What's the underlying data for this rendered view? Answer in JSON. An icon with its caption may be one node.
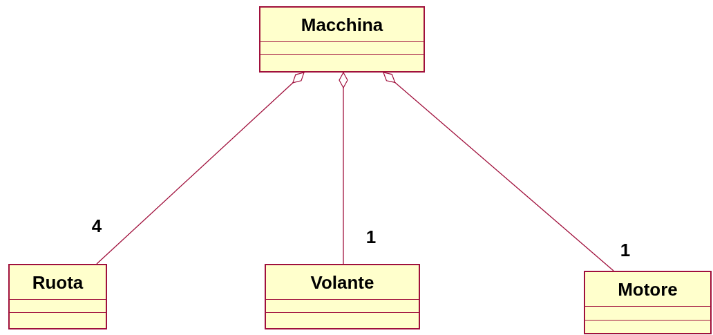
{
  "diagram": {
    "nodes": [
      {
        "text": [
          "Macchina"
        ]
      },
      {
        "text": [
          "Ruota"
        ]
      },
      {
        "text": [
          "Volante"
        ]
      },
      {
        "text": [
          "Motore"
        ]
      }
    ],
    "edges": [
      {
        "from": 0,
        "to": 1,
        "arrow": "other",
        "label": "4"
      },
      {
        "from": 0,
        "to": 2,
        "arrow": "other",
        "label": "1"
      },
      {
        "from": 0,
        "to": 3,
        "arrow": "other",
        "label": "1"
      }
    ]
  }
}
